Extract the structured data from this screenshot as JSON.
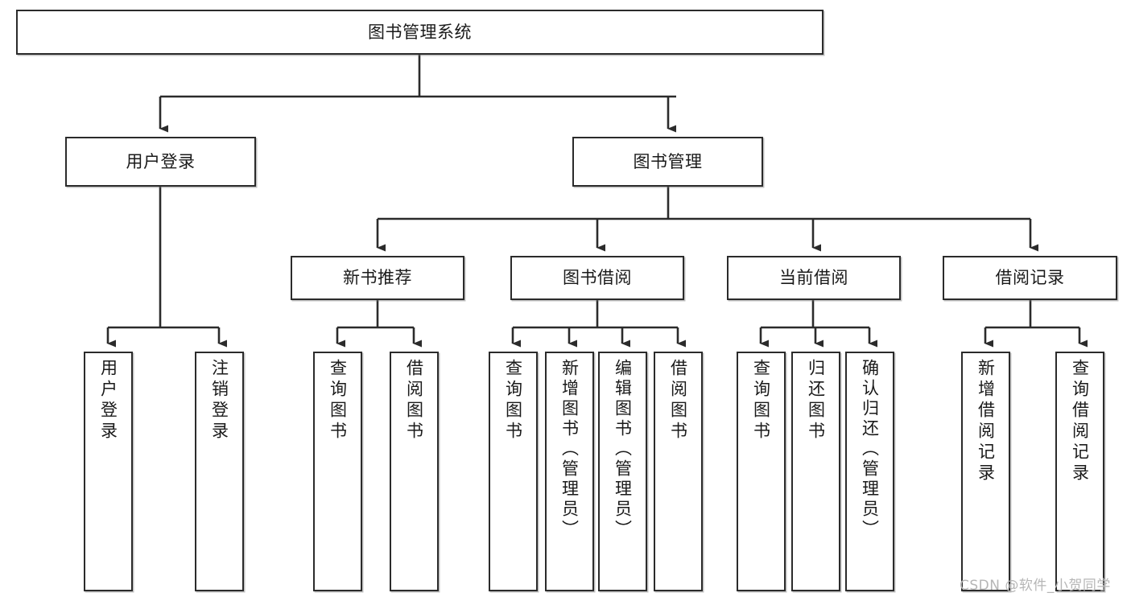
{
  "diagram": {
    "type": "tree",
    "title": "图书管理系统",
    "root": {
      "id": "root",
      "label": "图书管理系统"
    },
    "level2": [
      {
        "id": "user-login",
        "label": "用户登录"
      },
      {
        "id": "book-management",
        "label": "图书管理"
      }
    ],
    "level3": [
      {
        "id": "new-book-recommend",
        "label": "新书推荐",
        "parent": "book-management"
      },
      {
        "id": "book-borrow",
        "label": "图书借阅",
        "parent": "book-management"
      },
      {
        "id": "current-borrow",
        "label": "当前借阅",
        "parent": "book-management"
      },
      {
        "id": "borrow-record",
        "label": "借阅记录",
        "parent": "book-management"
      }
    ],
    "leaves": [
      {
        "id": "leaf-user-login",
        "label": "用户登录",
        "parent": "user-login"
      },
      {
        "id": "leaf-logout",
        "label": "注销登录",
        "parent": "user-login"
      },
      {
        "id": "leaf-query-book-1",
        "label": "查询图书",
        "parent": "new-book-recommend"
      },
      {
        "id": "leaf-borrow-book-1",
        "label": "借阅图书",
        "parent": "new-book-recommend"
      },
      {
        "id": "leaf-query-book-2",
        "label": "查询图书",
        "parent": "book-borrow"
      },
      {
        "id": "leaf-add-book",
        "label": "新增图书（管理员）",
        "parent": "book-borrow"
      },
      {
        "id": "leaf-edit-book",
        "label": "编辑图书（管理员）",
        "parent": "book-borrow"
      },
      {
        "id": "leaf-borrow-book-2",
        "label": "借阅图书",
        "parent": "book-borrow"
      },
      {
        "id": "leaf-query-book-3",
        "label": "查询图书",
        "parent": "current-borrow"
      },
      {
        "id": "leaf-return-book",
        "label": "归还图书",
        "parent": "current-borrow"
      },
      {
        "id": "leaf-confirm-return",
        "label": "确认归还（管理员）",
        "parent": "current-borrow"
      },
      {
        "id": "leaf-add-record",
        "label": "新增借阅记录",
        "parent": "borrow-record"
      },
      {
        "id": "leaf-query-record",
        "label": "查询借阅记录",
        "parent": "borrow-record"
      }
    ],
    "colors": {
      "stroke": "#2b2b2b",
      "fill": "#ffffff",
      "text": "#1a1a1a",
      "watermark": "#b6b6b6"
    }
  },
  "watermark": {
    "text": "CSDN @软件_小贺同学"
  }
}
